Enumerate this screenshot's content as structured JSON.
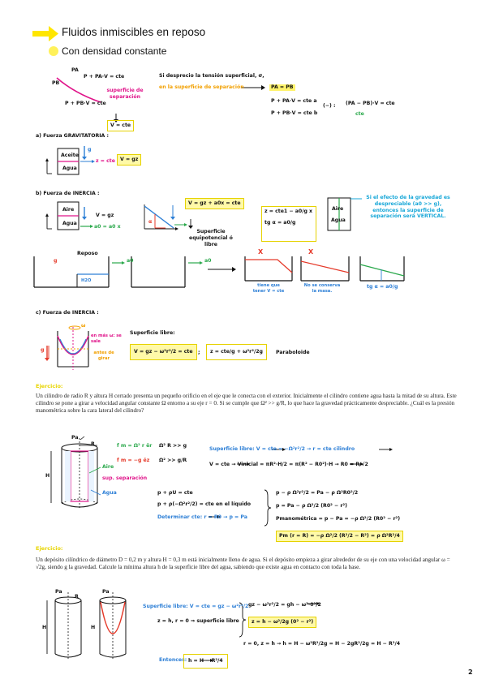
{
  "header": {
    "title": "Fluidos inmiscibles en reposo",
    "subtitle": "Con densidad constante"
  },
  "top": {
    "pa": "PA",
    "pb": "PB",
    "eq_a": "P + PA·V = cte",
    "eq_b": "P + PB·V = cte",
    "sup_label": "superficie de separación",
    "v_cte": "V = cte",
    "note1": "Si desprecio la tensión superficial, σ,",
    "note2": "en la superficie de separación",
    "pa_pb": "PA = PB",
    "sys1": "P + PA·V = cte a",
    "sys2": "P + PB·V = cte b",
    "minus": "(−) :",
    "res": "(PA − PB)·V = cte",
    "cte": "cte"
  },
  "sec_a": {
    "title": "a) Fuerza GRAVITATORIA :",
    "aceite": "Aceite",
    "agua": "Agua",
    "g": "g",
    "z_cte": "z = cte",
    "v_gz": "V = gz"
  },
  "sec_b": {
    "title": "b) Fuerza de INERCIA :",
    "aire": "Aire",
    "agua": "Agua",
    "a0": "a0 = a0 x",
    "v_gz": "V = gz",
    "alpha": "α",
    "v_eq": "V = gz + a0x = cte",
    "sup_eq": "Superficie equipotencial ó libre",
    "z_eq": "z = cte1 − a0/g x",
    "tg": "tg α = a0/g",
    "note": "Si el efecto de la gravedad es despreciable (a0 >> g), entonces la superficie de separación será VERTICAL.",
    "reposo": "Reposo",
    "h2o": "H2O",
    "a0_label": "a0",
    "cap1": "tiene que tener V = cte",
    "cap2": "No se conserva la masa.",
    "tg2": "tg α = a0/g",
    "x_mark": "X"
  },
  "sec_c": {
    "title": "c) Fuerza de INERCIA :",
    "omega": "ω",
    "g": "g",
    "mas": "en más ω: se sale",
    "antes": "antes de girar",
    "sup_libre": "Superficie libre:",
    "v_eq": "V = gz − ω²r²/2 = cte",
    "z_eq": "z = cte/g + ω²r²/2g",
    "parab": "Paraboloide"
  },
  "ej1": {
    "label": "Ejercicio:",
    "text": "Un cilindro de radio R y altura H cerrado presenta un pequeño orificio en el eje que le conecta con el exterior. Inicialmente el cilindro contiene agua hasta la mitad de su altura. Este cilindro se pone a girar a velocidad angular constante Ω entorno a su eje r = 0. Si se cumple que Ω² >> g/R, lo que hace la gravedad prácticamente despreciable. ¿Cuál es la presión manométrica sobre la cara lateral del cilindro?",
    "pa": "Pa",
    "h": "H",
    "r": "R",
    "aire": "Aire",
    "agua": "Agua",
    "sup": "sup. separación",
    "f1": "f m = Ω² r êr",
    "f2": "Ω² R >> g",
    "f3": "f m = −g êz",
    "f4": "Ω² >> g/R",
    "s1": "Superficie libre: V = cte = −Ω²r²/2 → r = cte cilindro",
    "s2": "V = cte → Vinicial = πR²·H/2 = π(R² − R0²)·H → R0 = R/√2",
    "p1": "p + ρU = cte",
    "p2": "p + ρ(−Ω²r²/2) = cte en el líquido",
    "p3": "Determinar cte: r = R0 → p = Pa",
    "q1": "p − ρ Ω²r²/2 = Pa − ρ Ω²R0²/2",
    "q2": "p = Pa − ρ Ω²/2 (R0² − r²)",
    "q3": "Pmanométrica = p − Pa = −ρ Ω²/2 (R0² − r²)",
    "res": "Pm (r = R) = −ρ Ω²/2 (R²/2 − R²) = ρ Ω²R²/4"
  },
  "ej2": {
    "label": "Ejercicio:",
    "text": "Un depósito cilíndrico de diámetro D = 0,2 m y altura H = 0,3 m está inicialmente lleno de agua. Si el depósito empieza a girar alrededor de su eje con una velocidad angular ω = √2g, siendo g la gravedad. Calcule la mínima altura h de la superficie libre del agua, sabiendo que existe agua en contacto con toda la base.",
    "pa": "Pa",
    "h": "H",
    "r": "R",
    "s1": "Superficie libre: V = cte = gz − ω²r²/2",
    "s2": "z = h, r = 0 ⇒ superficie libre",
    "t1": "gz − ω²r²/2 = gh − ω²·0²/2",
    "t2": "z = h − ω²/2g (0² − r²)",
    "t3": "r = 0, z = h → h = H − ω²R²/2g = H − 2gR²/2g = H − R²/4",
    "ent": "Entonces:",
    "res": "h = H − R²/4"
  },
  "page_number": "2"
}
